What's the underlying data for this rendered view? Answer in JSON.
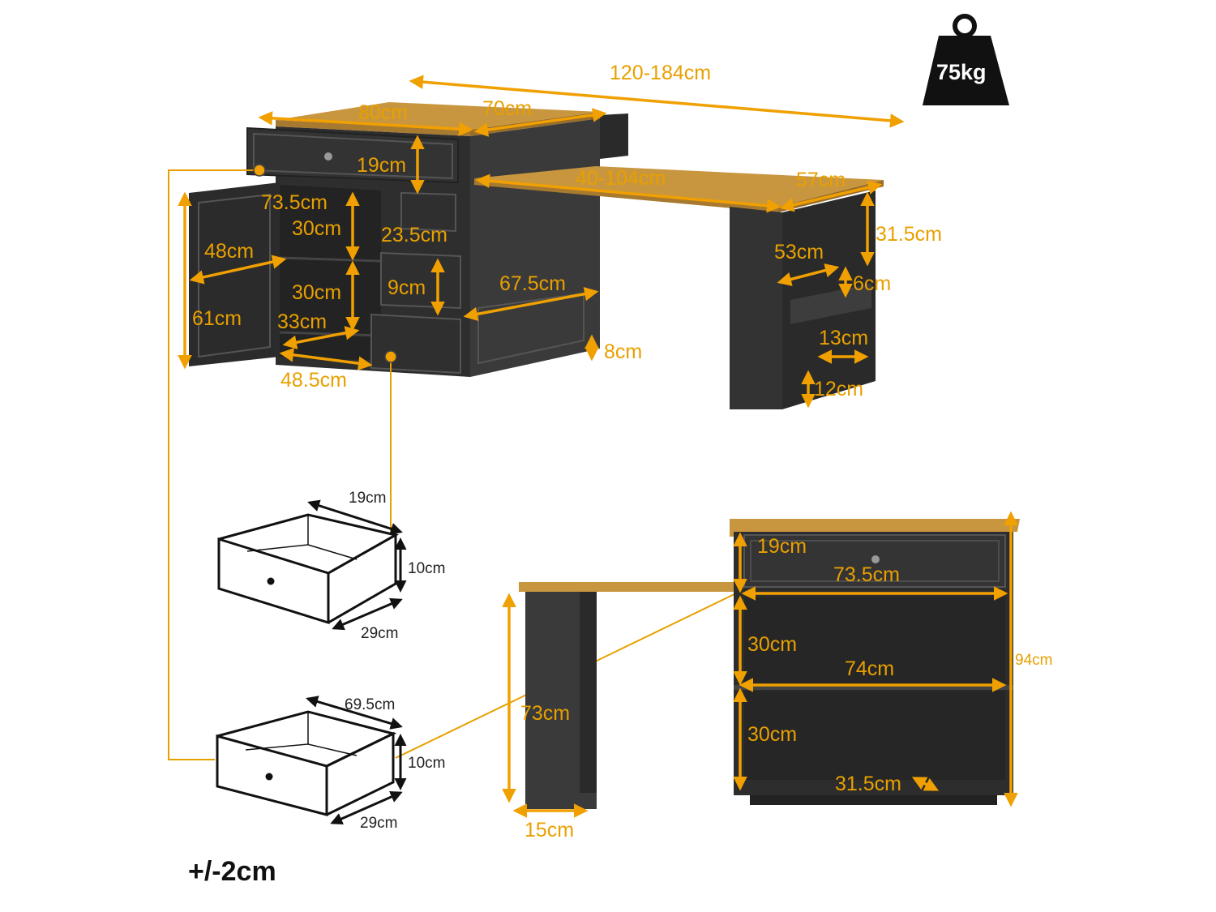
{
  "weight": {
    "label": "75kg"
  },
  "tolerance": "+/-2cm",
  "colors": {
    "accent": "#f0a000",
    "cabinet": "#2f2f2f",
    "wood": "#c8963e"
  },
  "main_view": {
    "total_width": "120-184cm",
    "top_depth": "80cm",
    "top_width": "70cm",
    "drawer_height": "19cm",
    "extension_length": "40-104cm",
    "extension_depth": "57cm",
    "leg_top_height": "31.5cm",
    "shelf_width": "73.5cm",
    "shelf_height_upper": "30cm",
    "small_drawer_width": "23.5cm",
    "door_width": "48cm",
    "small_drawer_height": "9cm",
    "shelf_height_lower": "30cm",
    "cabinet_depth": "67.5cm",
    "door_height": "61cm",
    "lower_shelf_depth": "33cm",
    "base_height": "8cm",
    "lower_width": "48.5cm",
    "leg_shelf_width": "53cm",
    "leg_gap": "6cm",
    "leg_shelf_depth": "13cm",
    "leg_bottom": "12cm"
  },
  "drawer_small": {
    "depth": "19cm",
    "height": "10cm",
    "width": "29cm"
  },
  "drawer_large": {
    "depth": "69.5cm",
    "height": "10cm",
    "width": "29cm"
  },
  "back_view": {
    "drawer_height": "19cm",
    "drawer_width": "73.5cm",
    "shelf1_height": "30cm",
    "inner_width": "74cm",
    "shelf2_height": "30cm",
    "shelf_depth": "31.5cm",
    "total_height": "94cm",
    "leg_height": "73cm",
    "leg_width": "15cm"
  }
}
